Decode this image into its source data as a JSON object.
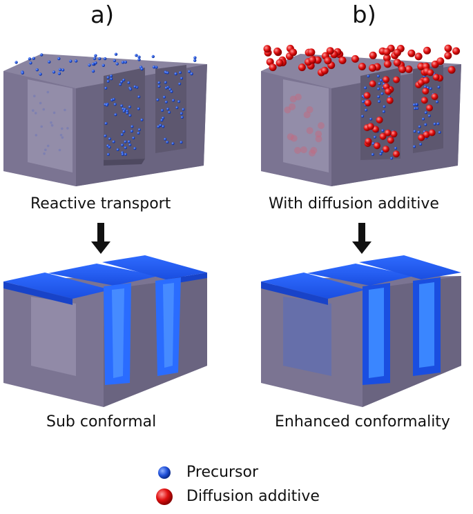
{
  "panels": {
    "a": {
      "letter": "a)",
      "top_caption": "Reactive transport",
      "bottom_caption": "Sub conformal"
    },
    "b": {
      "letter": "b)",
      "top_caption": "With diffusion additive",
      "bottom_caption": "Enhanced conformality"
    }
  },
  "legend": {
    "precursor": "Precursor",
    "additive": "Diffusion additive"
  },
  "colors": {
    "block_front": "#7a7290",
    "block_top": "#8c86a0",
    "block_side": "#5e5870",
    "coating": "#1e5cf5",
    "coating_light": "#3a86ff",
    "precursor": "#1f4fd8",
    "additive": "#e01010"
  }
}
